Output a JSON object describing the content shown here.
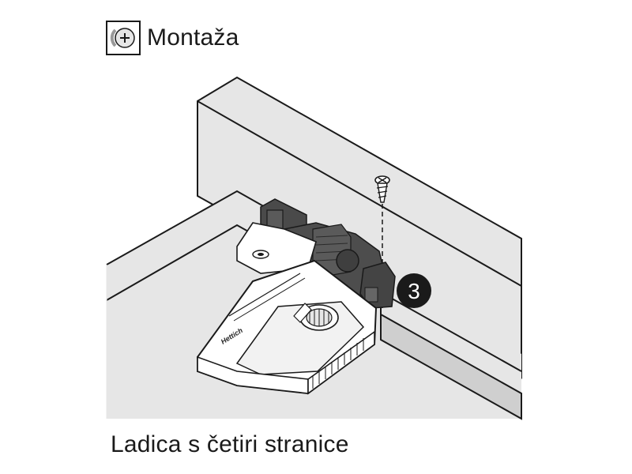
{
  "header": {
    "title": "Montaža",
    "icon": "screwdriver-mount-icon"
  },
  "step": {
    "number": "3"
  },
  "part": {
    "brand": "Hettich"
  },
  "caption": "Ladica s četiri stranice",
  "colors": {
    "ink": "#1a1a1a",
    "panel_light": "#e6e6e6",
    "panel_mid": "#d9d9d9",
    "part_dark": "#4a4a4a",
    "part_light": "#ffffff",
    "badge": "#1a1a1a"
  }
}
